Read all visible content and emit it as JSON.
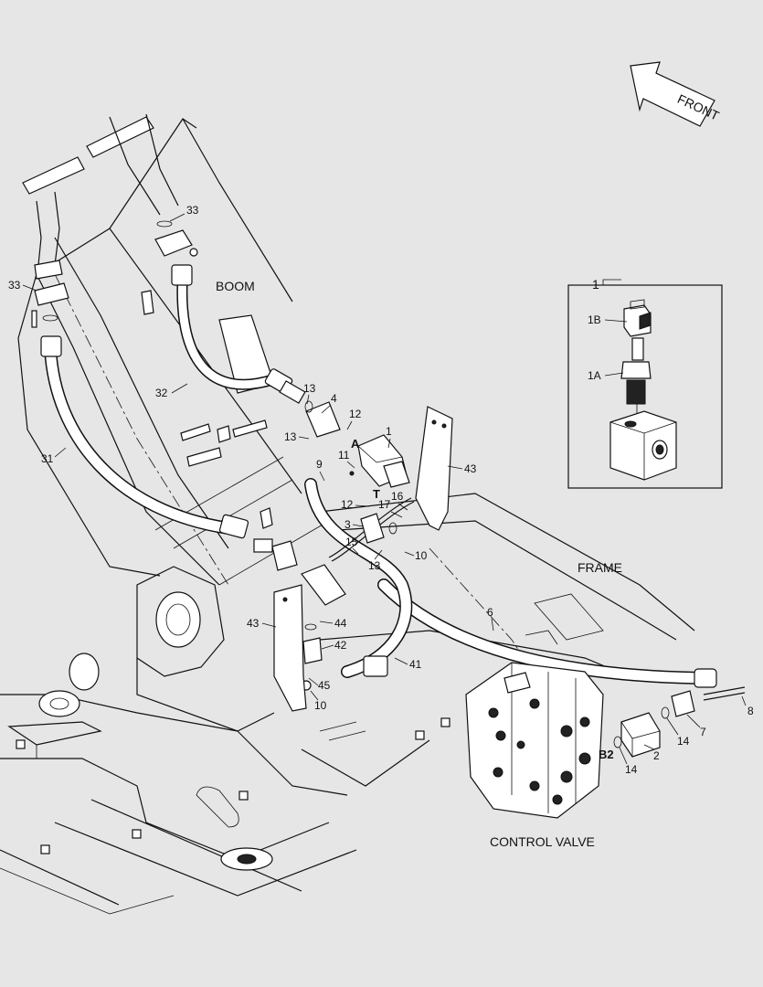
{
  "labels": {
    "front": "FRONT",
    "boom": "BOOM",
    "frame": "FRAME",
    "control_valve": "CONTROL VALVE",
    "port_a": "A",
    "port_t": "T",
    "port_b2": "B2"
  },
  "inset": {
    "title": "1",
    "parts": [
      "1B",
      "1A"
    ]
  },
  "callouts": [
    "1",
    "2",
    "3",
    "4",
    "6",
    "7",
    "8",
    "9",
    "10",
    "10",
    "11",
    "12",
    "12",
    "13",
    "13",
    "13",
    "14",
    "14",
    "15",
    "16",
    "17",
    "31",
    "32",
    "33",
    "33",
    "41",
    "42",
    "43",
    "43",
    "44",
    "45"
  ]
}
